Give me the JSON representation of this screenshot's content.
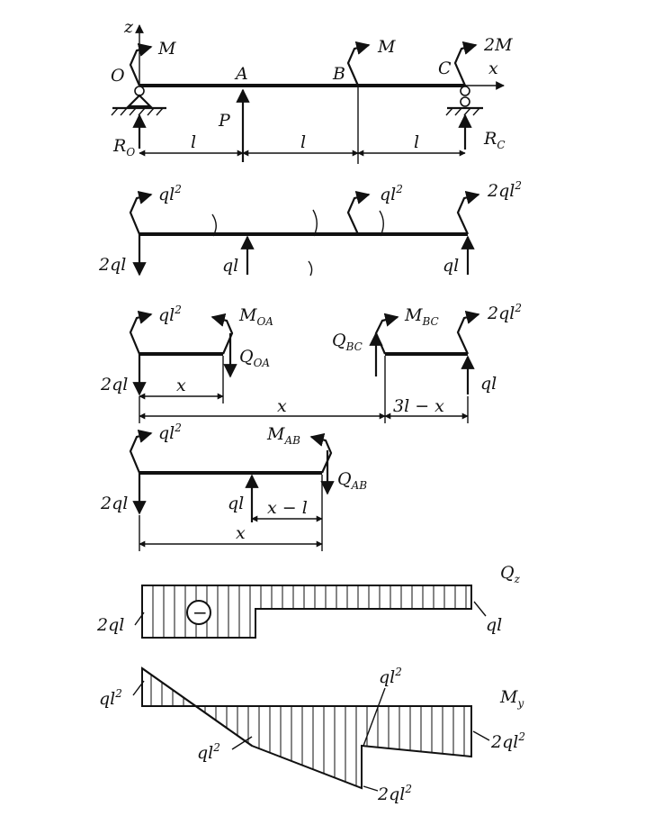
{
  "diagram1": {
    "axis_z": "z",
    "axis_x": "x",
    "moment_O": "M",
    "moment_B": "M",
    "moment_C": "2M",
    "point_O": "O",
    "point_A": "A",
    "point_B": "B",
    "point_C": "C",
    "load_P": "P",
    "reaction_O": "R",
    "reaction_O_sub": "O",
    "reaction_C": "R",
    "reaction_C_sub": "C",
    "span_1": "l",
    "span_2": "l",
    "span_3": "l"
  },
  "diagram2": {
    "moment_left": "ql",
    "moment_left_sup": "2",
    "moment_mid": "ql",
    "moment_mid_sup": "2",
    "moment_right": "2ql",
    "moment_right_sup": "2",
    "force_left": "2ql",
    "force_mid": "ql",
    "force_right": "ql"
  },
  "fbd_OA": {
    "moment_left": "ql",
    "moment_left_sup": "2",
    "moment_cut": "M",
    "moment_cut_sub": "OA",
    "shear_cut": "Q",
    "shear_cut_sub": "OA",
    "force_left": "2ql",
    "dim_x": "x"
  },
  "fbd_BC": {
    "shear_cut": "Q",
    "shear_cut_sub": "BC",
    "moment_cut": "M",
    "moment_cut_sub": "BC",
    "moment_right": "2ql",
    "moment_right_sup": "2",
    "force_right": "ql",
    "dim_x": "x",
    "dim_rest": "3l − x"
  },
  "fbd_AB": {
    "moment_left": "ql",
    "moment_left_sup": "2",
    "moment_cut": "M",
    "moment_cut_sub": "AB",
    "shear_cut": "Q",
    "shear_cut_sub": "AB",
    "force_left": "2ql",
    "force_mid": "ql",
    "dim_xl": "x − l",
    "dim_x": "x"
  },
  "shear_diagram": {
    "title": "Q",
    "title_sub": "z",
    "left_value": "2ql",
    "right_value": "ql",
    "sign": "−"
  },
  "moment_diagram": {
    "title": "M",
    "title_sub": "y",
    "label_left": "ql",
    "label_left_sup": "2",
    "label_mid": "ql",
    "label_mid_sup": "2",
    "label_b_top": "ql",
    "label_b_top_sup": "2",
    "label_b_bottom": "2ql",
    "label_b_bottom_sup": "2",
    "label_right": "2ql",
    "label_right_sup": "2"
  }
}
